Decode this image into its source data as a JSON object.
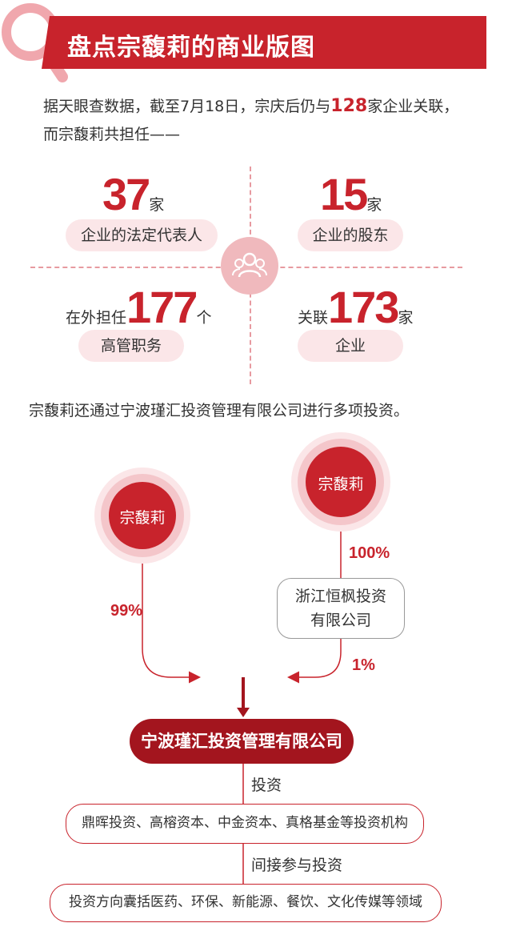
{
  "header": {
    "title": "盘点宗馥莉的商业版图"
  },
  "intro": {
    "line1_prefix": "据天眼查数据，截至7月18日，宗庆后仍与",
    "line1_highlight": "128",
    "line1_suffix": "家企业关联，",
    "line2": "而宗馥莉共担任——"
  },
  "stats": {
    "legal_rep": {
      "number": "37",
      "unit": "家",
      "label": "企业的法定代表人"
    },
    "shareholder": {
      "number": "15",
      "unit": "家",
      "label": "企业的股东"
    },
    "executive": {
      "prefix": "在外担任",
      "number": "177",
      "unit": "个",
      "label": "高管职务"
    },
    "related": {
      "prefix": "关联",
      "number": "173",
      "unit": "家",
      "label": "企业"
    }
  },
  "mid_text": "宗馥莉还通过宁波瑾汇投资管理有限公司进行多项投资。",
  "diagram": {
    "person_left": "宗馥莉",
    "person_right": "宗馥莉",
    "pct_right_top": "100%",
    "intermediate_company": {
      "line1": "浙江恒枫投资",
      "line2": "有限公司"
    },
    "pct_left": "99%",
    "pct_right_bottom": "1%",
    "main_company": "宁波瑾汇投资管理有限公司",
    "invest_label": "投资",
    "invest_targets": "鼎晖投资、高榕资本、中金资本、真格基金等投资机构",
    "indirect_label": "间接参与投资",
    "fields": "投资方向囊括医药、环保、新能源、餐饮、文化传媒等领域"
  },
  "colors": {
    "accent": "#c8232c",
    "dark_accent": "#a3151e",
    "pink": "#fbe6e8"
  },
  "icons": {
    "magnifier": "magnifier-icon",
    "people": "people-icon"
  }
}
